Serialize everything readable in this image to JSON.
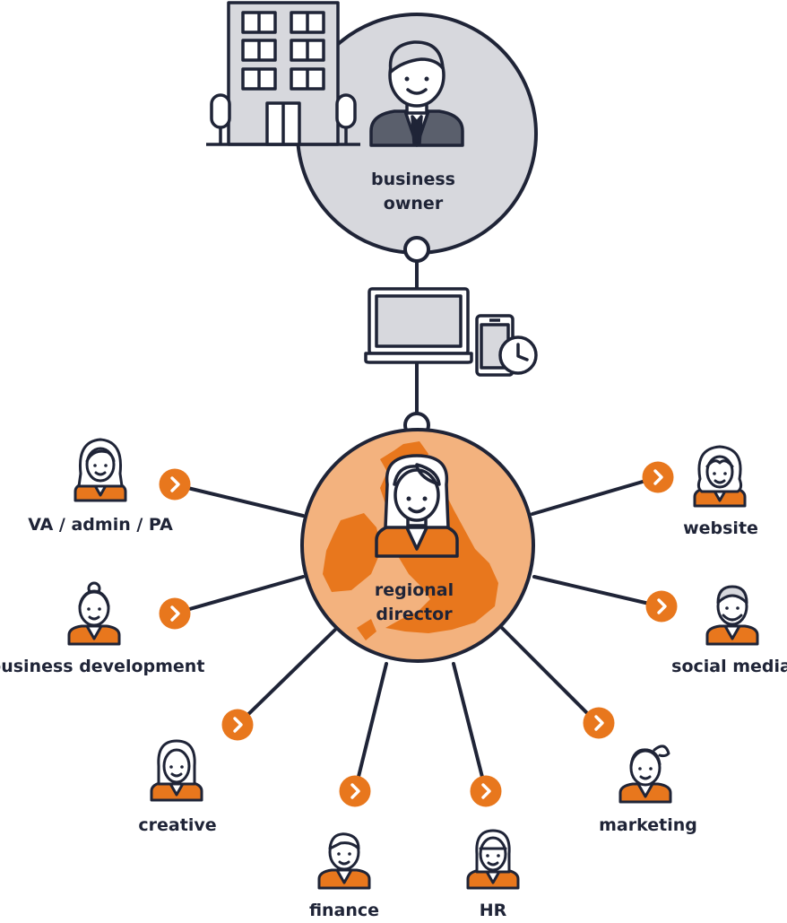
{
  "nodes": {
    "owner": {
      "line1": "business",
      "line2": "owner"
    },
    "director": {
      "line1": "regional",
      "line2": "director"
    }
  },
  "spokes": [
    {
      "id": "va",
      "label": "VA / admin / PA"
    },
    {
      "id": "bizdev",
      "label": "business development"
    },
    {
      "id": "creative",
      "label": "creative"
    },
    {
      "id": "finance",
      "label": "finance"
    },
    {
      "id": "hr",
      "label": "HR"
    },
    {
      "id": "marketing",
      "label": "marketing"
    },
    {
      "id": "social",
      "label": "social media"
    },
    {
      "id": "website",
      "label": "website"
    }
  ],
  "colors": {
    "navy": "#1f2437",
    "orange": "#e8771d",
    "orange_light": "#f3b27e",
    "map": "#e8771d",
    "grey": "#d7d8dd",
    "white": "#ffffff"
  },
  "icons": [
    "office-building-icon",
    "laptop-icon",
    "phone-icon",
    "clock-icon",
    "chevron-right-icon"
  ]
}
